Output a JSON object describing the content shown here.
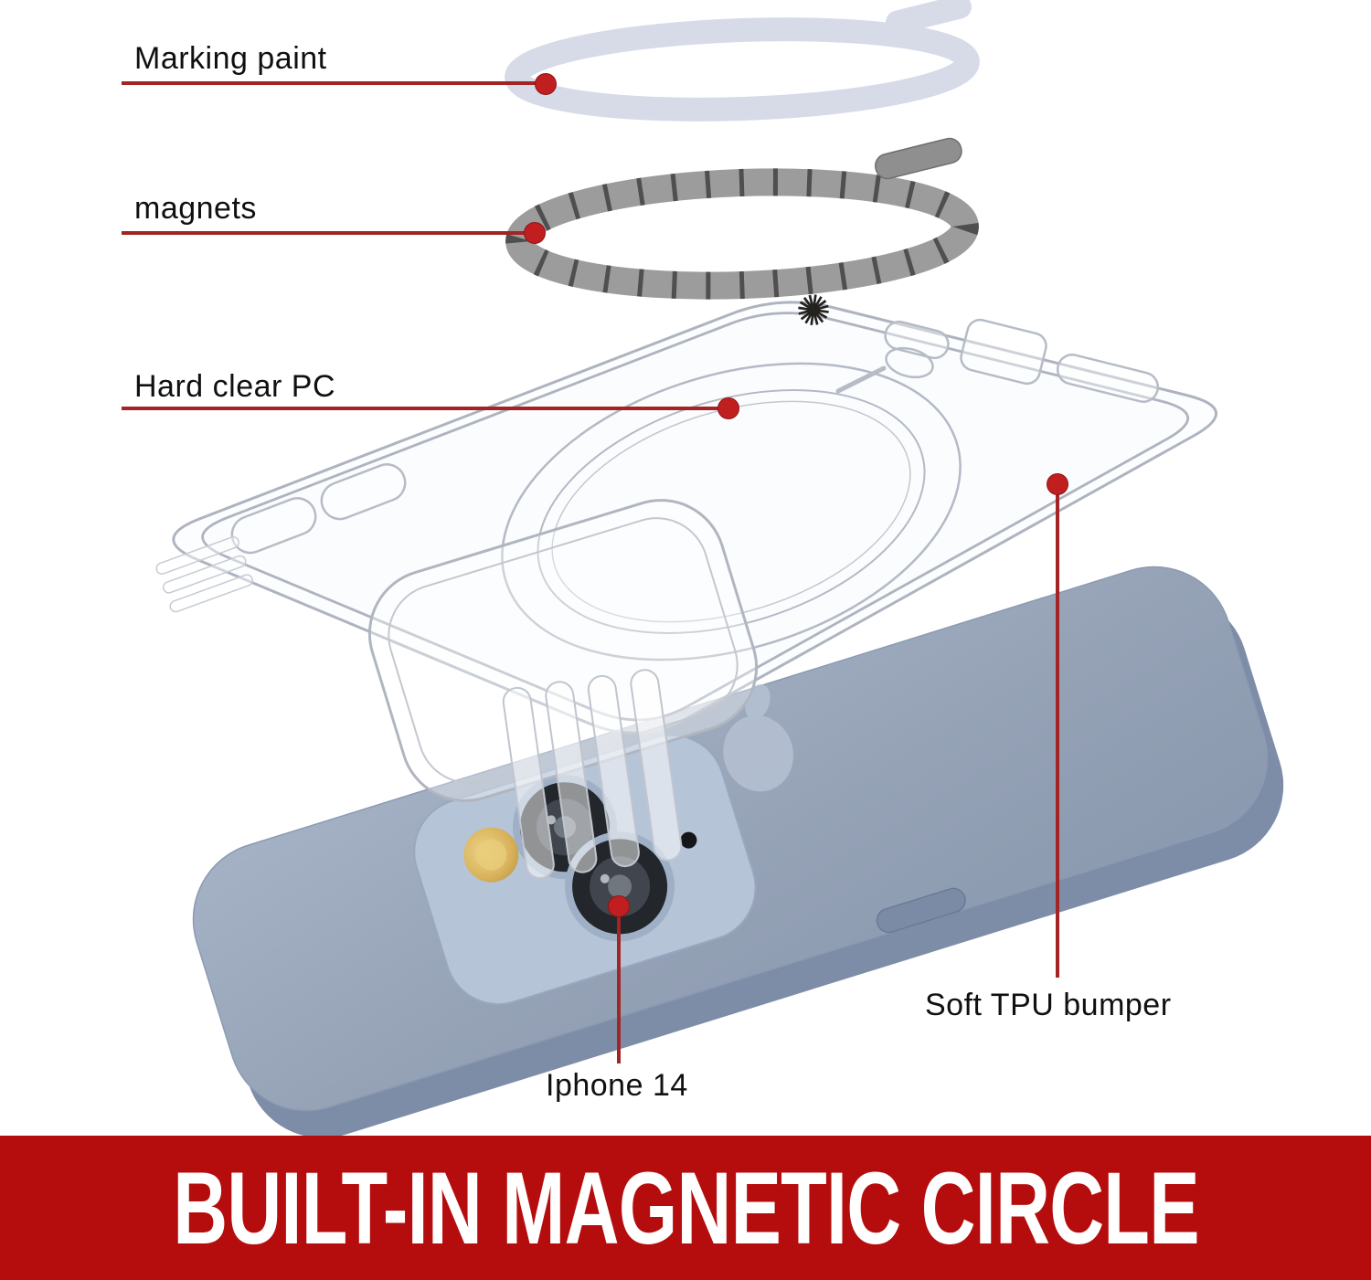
{
  "annotations": {
    "marking_paint": {
      "label": "Marking paint"
    },
    "magnets": {
      "label": "magnets"
    },
    "hard_clear_pc": {
      "label": "Hard clear PC"
    },
    "soft_tpu_bumper": {
      "label": "Soft TPU bumper"
    },
    "iphone": {
      "label": "Iphone 14"
    }
  },
  "banner": {
    "text": "BUILT-IN MAGNETIC CIRCLE",
    "background": "#b50d0d",
    "text_color": "#ffffff"
  },
  "colors": {
    "annotation_line": "#a32424",
    "annotation_dot": "#c11f1f",
    "marking_ring": "#d7dbe8",
    "magnet_ring": "#9c9c9c",
    "magnet_segments": "#4f4f4f",
    "phone_body_blue": "#96a3b7",
    "phone_side_blue": "#7e8da7",
    "camera_plateau": "#b6c4d8",
    "flash_gold": "#d9b35c",
    "case_outline": "#aeb4bf"
  },
  "brand_logo": "punkcase-sun-logo"
}
